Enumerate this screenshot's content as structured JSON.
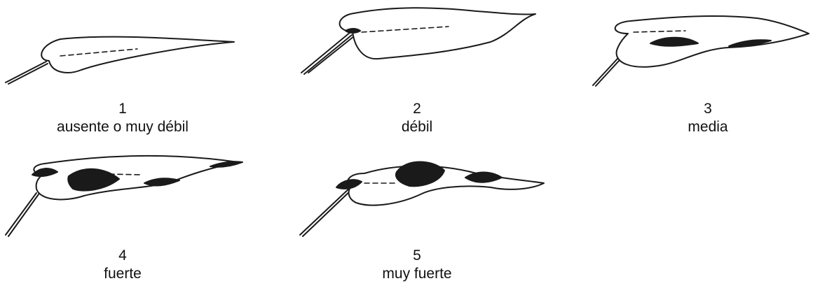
{
  "items": [
    {
      "number": "1",
      "label": "ausente o muy débil"
    },
    {
      "number": "2",
      "label": "débil"
    },
    {
      "number": "3",
      "label": "media"
    },
    {
      "number": "4",
      "label": "fuerte"
    },
    {
      "number": "5",
      "label": "muy fuerte"
    }
  ],
  "colors": {
    "ink": "#1a1a1a",
    "fill": "#ffffff",
    "shade": "#1a1a1a"
  }
}
